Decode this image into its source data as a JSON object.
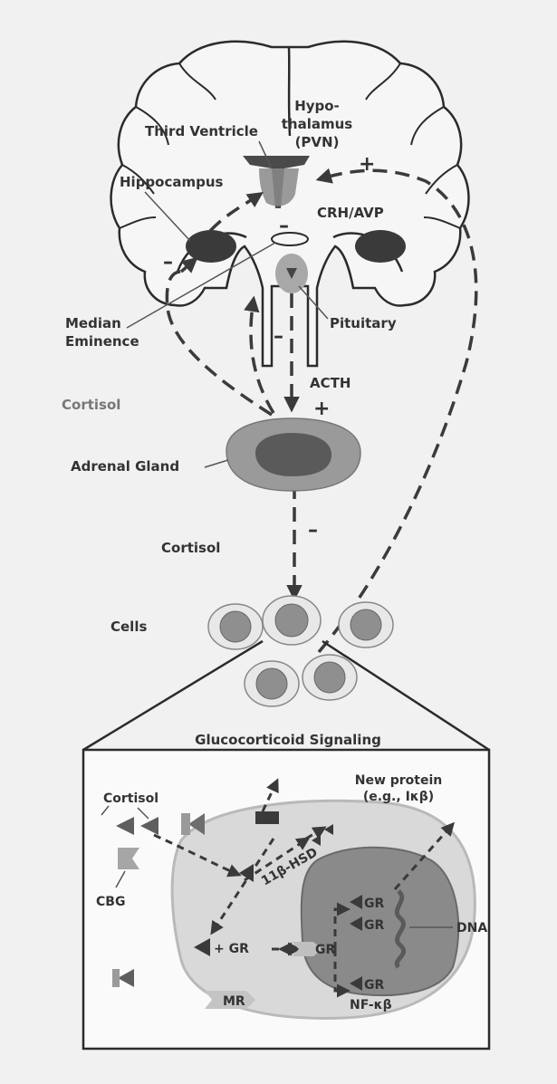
{
  "labels": {
    "hypothalamus_line1": "Hypo-",
    "hypothalamus_line2": "thalamus",
    "hypothalamus_line3": "(PVN)",
    "third_ventricle": "Third Ventricle",
    "hippocampus": "Hippocampus",
    "crh_avp": "CRH/AVP",
    "median_eminence_line1": "Median",
    "median_eminence_line2": "Eminence",
    "pituitary": "Pituitary",
    "acth": "ACTH",
    "cortisol_left": "Cortisol",
    "adrenal_gland": "Adrenal Gland",
    "cortisol_mid": "Cortisol",
    "cells": "Cells",
    "plus": "+",
    "minus": "–"
  },
  "inset": {
    "title": "Glucocorticoid Signaling",
    "cortisol": "Cortisol",
    "cbg": "CBG",
    "new_protein_line1": "New protein",
    "new_protein_line2": "(e.g., Iκβ)",
    "hsd": "11β-HSD",
    "gr": "GR",
    "plus_gr": "+ GR",
    "mr": "MR",
    "dna": "DNA",
    "nfkb": "NF-κβ"
  },
  "colors": {
    "background": "#f1f1f1",
    "line": "#2b2b2b",
    "dash": "#3b3b3b",
    "ventricle": "#4a4a4a",
    "hypothalamus": "#8a8a8a",
    "pituitary": "#a8a8a8",
    "hippocampus": "#3a3a3a",
    "adrenal_outer": "#9a9a9a",
    "adrenal_inner": "#5a5a5a",
    "cell_outer": "#d6d6d6",
    "cell_nucleus": "#8f8f8f",
    "cell_membrane": "#b9b9b9",
    "nucleus_area": "#8a8a8a",
    "cortisol_triangle": "#5e5e5e"
  }
}
